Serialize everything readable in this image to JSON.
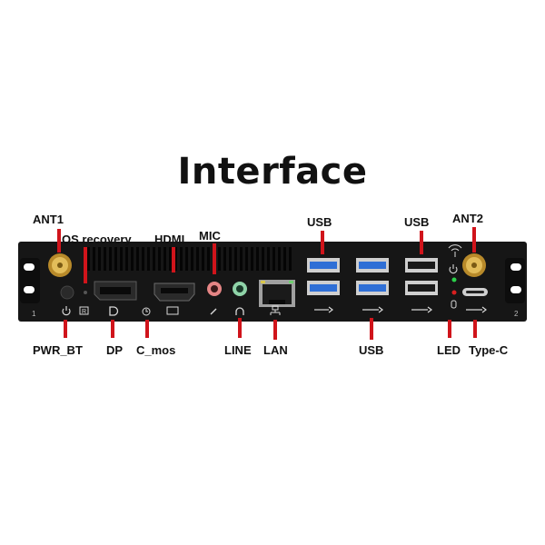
{
  "title": "Interface",
  "labels": {
    "ant1": "ANT1",
    "os_recovery": "OS recovery",
    "hdmi": "HDMI",
    "mic": "MIC",
    "usb_top_left": "USB",
    "usb_top_right": "USB",
    "ant2": "ANT2",
    "pwr_bt": "PWR_BT",
    "dp": "DP",
    "c_mos": "C_mos",
    "line": "LINE",
    "lan": "LAN",
    "usb_bottom": "USB",
    "led": "LED",
    "type_c": "Type-C"
  },
  "panel_marks": {
    "mark_left": "1",
    "mark_right": "2",
    "reset_glyph": "R"
  },
  "colors": {
    "lead_lines": "#d0141b",
    "panel": "#161616",
    "usb3_blue": "#2f6fd6",
    "mic_jack": "#e58585",
    "line_jack": "#8fd3a8",
    "antenna_gold": "#d4a73b"
  }
}
